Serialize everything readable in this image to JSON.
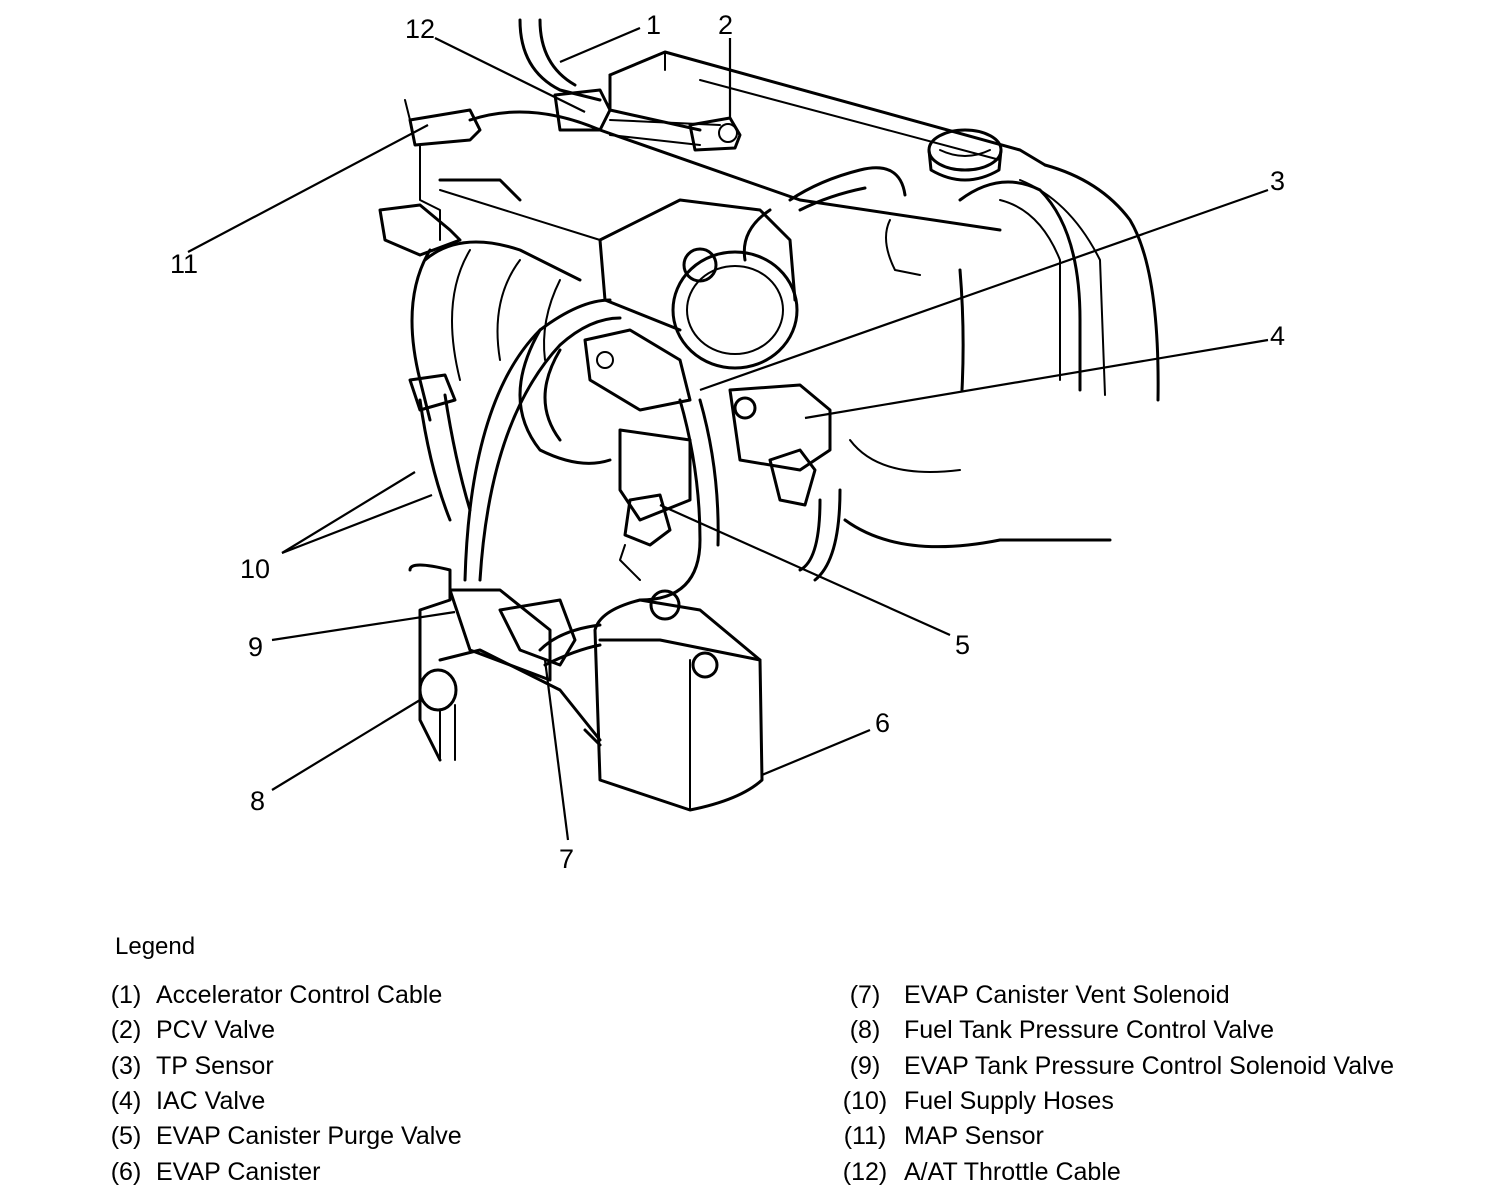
{
  "callouts": [
    {
      "id": "1",
      "label": "1"
    },
    {
      "id": "2",
      "label": "2"
    },
    {
      "id": "3",
      "label": "3"
    },
    {
      "id": "4",
      "label": "4"
    },
    {
      "id": "5",
      "label": "5"
    },
    {
      "id": "6",
      "label": "6"
    },
    {
      "id": "7",
      "label": "7"
    },
    {
      "id": "8",
      "label": "8"
    },
    {
      "id": "9",
      "label": "9"
    },
    {
      "id": "10",
      "label": "10"
    },
    {
      "id": "11",
      "label": "11"
    },
    {
      "id": "12",
      "label": "12"
    }
  ],
  "legend": {
    "title": "Legend",
    "items": [
      {
        "key": "(1)",
        "text": "Accelerator Control Cable"
      },
      {
        "key": "(2)",
        "text": "PCV Valve"
      },
      {
        "key": "(3)",
        "text": "TP Sensor"
      },
      {
        "key": "(4)",
        "text": "IAC Valve"
      },
      {
        "key": "(5)",
        "text": "EVAP Canister Purge Valve"
      },
      {
        "key": "(6)",
        "text": "EVAP Canister"
      },
      {
        "key": "(7)",
        "text": "EVAP Canister Vent Solenoid"
      },
      {
        "key": "(8)",
        "text": "Fuel Tank Pressure Control Valve"
      },
      {
        "key": "(9)",
        "text": "EVAP Tank Pressure Control Solenoid Valve"
      },
      {
        "key": "(10)",
        "text": "Fuel Supply Hoses"
      },
      {
        "key": "(11)",
        "text": "MAP Sensor"
      },
      {
        "key": "(12)",
        "text": "A/AT Throttle Cable"
      }
    ]
  }
}
